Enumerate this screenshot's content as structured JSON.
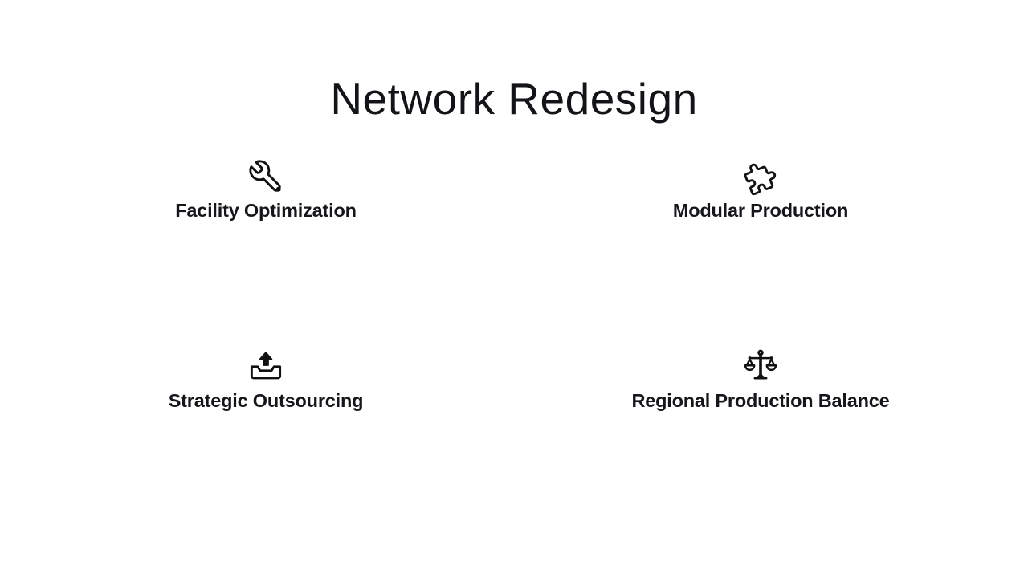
{
  "slide": {
    "title": "Network Redesign",
    "items": [
      {
        "label": "Facility Optimization",
        "icon": "wrench-icon"
      },
      {
        "label": "Modular Production",
        "icon": "puzzle-piece-icon"
      },
      {
        "label": "Strategic Outsourcing",
        "icon": "upload-tray-icon"
      },
      {
        "label": "Regional Production Balance",
        "icon": "balance-scale-icon"
      }
    ],
    "colors": {
      "background": "#ffffff",
      "title_text": "#131418",
      "label_text": "#15161a",
      "icon_stroke": "#111111"
    }
  }
}
